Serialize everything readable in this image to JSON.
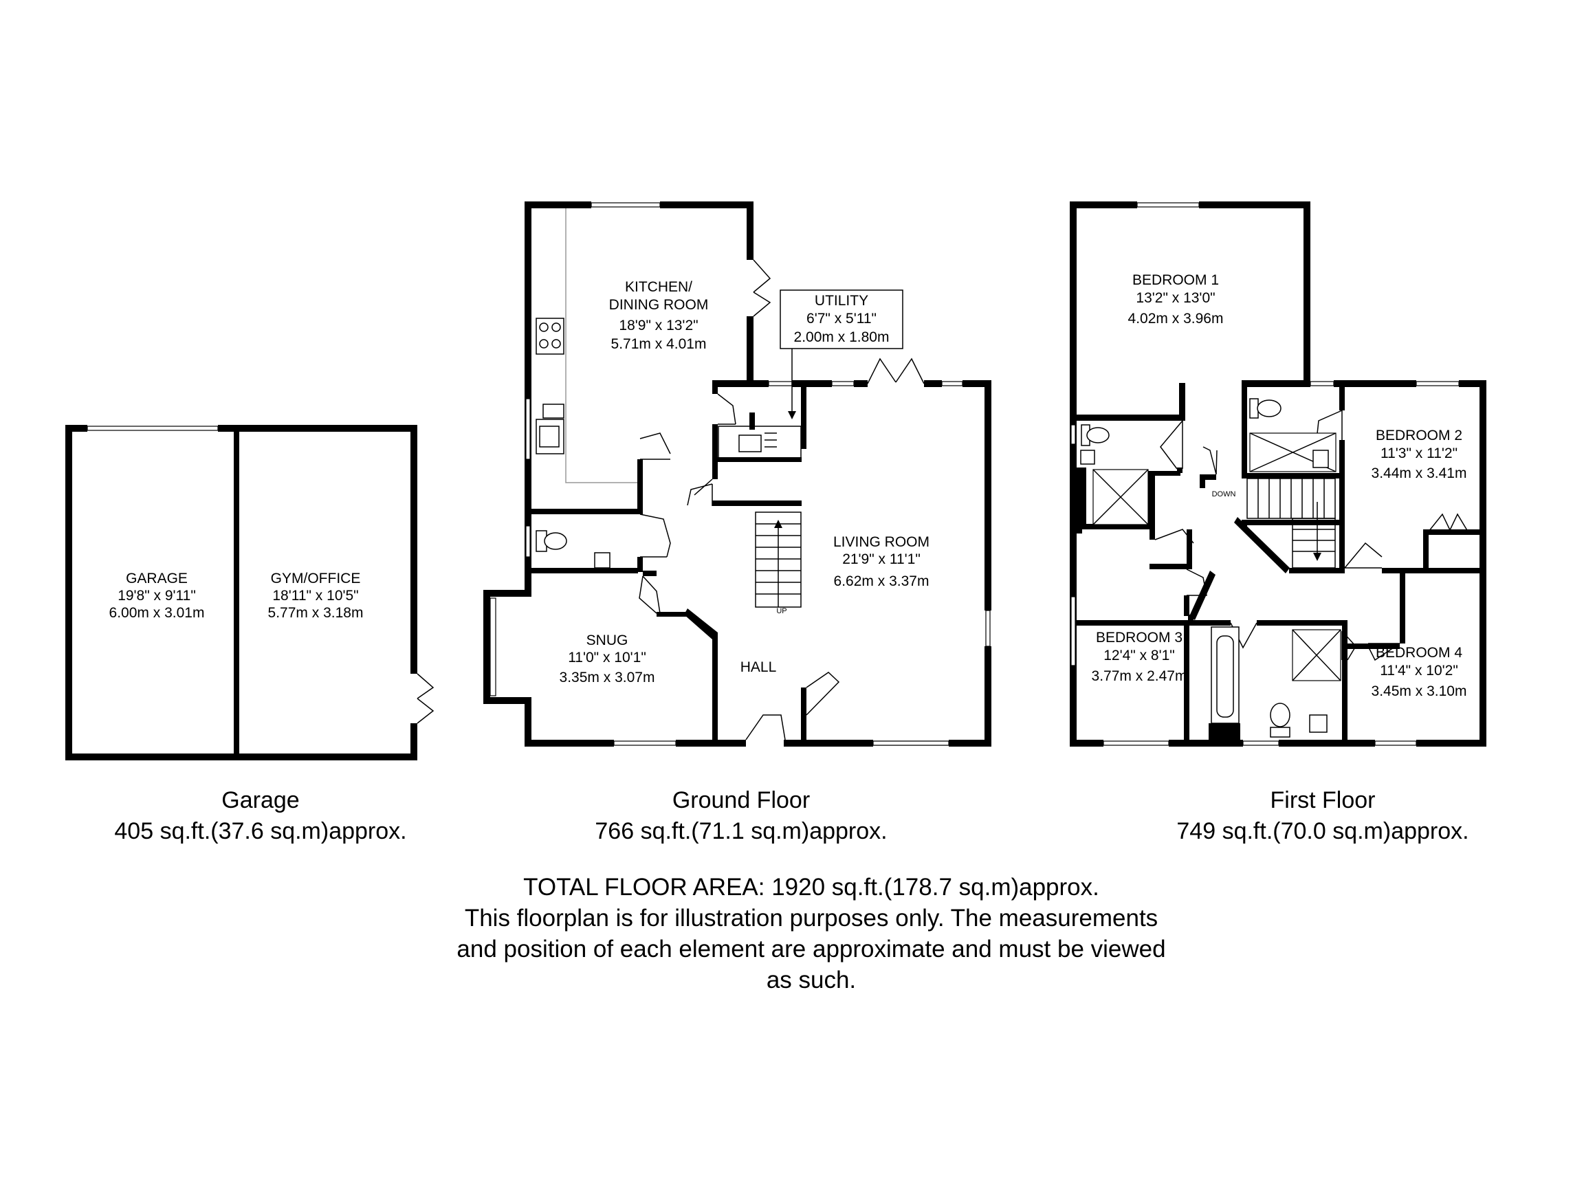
{
  "garage_floor": {
    "title": "Garage",
    "area": "405 sq.ft.(37.6 sq.m)approx.",
    "rooms": {
      "garage": {
        "name": "GARAGE",
        "imperial": "19'8\" x 9'11\"",
        "metric": "6.00m x 3.01m"
      },
      "gym": {
        "name": "GYM/OFFICE",
        "imperial": "18'11\" x 10'5\"",
        "metric": "5.77m x 3.18m"
      }
    }
  },
  "ground_floor": {
    "title": "Ground Floor",
    "area": "766 sq.ft.(71.1 sq.m)approx.",
    "rooms": {
      "kitchen": {
        "name1": "KITCHEN/",
        "name2": "DINING ROOM",
        "imperial": "18'9\" x 13'2\"",
        "metric": "5.71m x 4.01m"
      },
      "utility": {
        "name": "UTILITY",
        "imperial": "6'7\" x 5'11\"",
        "metric": "2.00m x 1.80m"
      },
      "living": {
        "name": "LIVING ROOM",
        "imperial": "21'9\" x 11'1\"",
        "metric": "6.62m x 3.37m"
      },
      "snug": {
        "name": "SNUG",
        "imperial": "11'0\" x 10'1\"",
        "metric": "3.35m x 3.07m"
      },
      "hall": {
        "name": "HALL"
      },
      "stairs_label": "UP"
    }
  },
  "first_floor": {
    "title": "First Floor",
    "area": "749 sq.ft.(70.0 sq.m)approx.",
    "rooms": {
      "bed1": {
        "name": "BEDROOM 1",
        "imperial": "13'2\" x 13'0\"",
        "metric": "4.02m x 3.96m"
      },
      "bed2": {
        "name": "BEDROOM 2",
        "imperial": "11'3\" x 11'2\"",
        "metric": "3.44m x 3.41m"
      },
      "bed3": {
        "name": "BEDROOM 3",
        "imperial": "12'4\" x 8'1\"",
        "metric": "3.77m x 2.47m"
      },
      "bed4": {
        "name": "BEDROOM 4",
        "imperial": "11'4\" x 10'2\"",
        "metric": "3.45m x 3.10m"
      },
      "stairs_label": "DOWN"
    }
  },
  "summary": {
    "total": "TOTAL FLOOR AREA: 1920 sq.ft.(178.7 sq.m)approx.",
    "disclaimer_1": "This floorplan is for illustration purposes only. The measurements",
    "disclaimer_2": "and position of each element are approximate and must be viewed",
    "disclaimer_3": "as such."
  }
}
